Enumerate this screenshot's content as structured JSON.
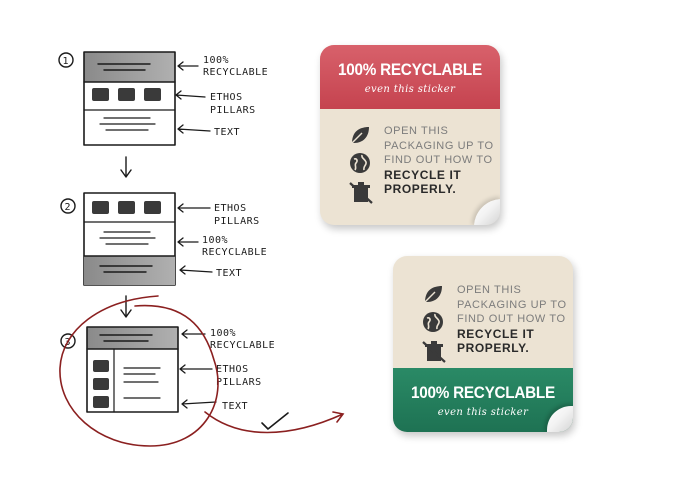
{
  "sketch": {
    "steps": [
      {
        "number": "1",
        "labels": [
          {
            "line1": "100%",
            "line2": "RECYCLABLE"
          },
          {
            "line1": "ETHOS",
            "line2": "PILLARS"
          },
          {
            "line1": "TEXT",
            "line2": ""
          }
        ]
      },
      {
        "number": "2",
        "labels": [
          {
            "line1": "ETHOS",
            "line2": "PILLARS"
          },
          {
            "line1": "100%",
            "line2": "RECYCLABLE"
          },
          {
            "line1": "TEXT",
            "line2": ""
          }
        ]
      },
      {
        "number": "3",
        "labels": [
          {
            "line1": "100%",
            "line2": "RECYCLABLE"
          },
          {
            "line1": "ETHOS",
            "line2": "PILLARS"
          },
          {
            "line1": "TEXT",
            "line2": ""
          }
        ]
      }
    ],
    "ink_color": "#1a1a1a",
    "circle_color": "#8b2020"
  },
  "stickers": [
    {
      "band_color": "#cf5360",
      "headline": "100% RECYCLABLE",
      "subline": "even this sticker",
      "message_lines": [
        "OPEN THIS",
        "PACKAGING UP TO",
        "FIND OUT HOW TO"
      ],
      "message_bold": [
        "RECYCLE IT",
        "PROPERLY."
      ],
      "icons": [
        "leaf-icon",
        "globe-icon",
        "crossed-bin-icon"
      ]
    },
    {
      "band_color": "#237e5c",
      "headline": "100% RECYCLABLE",
      "subline": "even this sticker",
      "message_lines": [
        "OPEN THIS",
        "PACKAGING UP TO",
        "FIND OUT HOW TO"
      ],
      "message_bold": [
        "RECYCLE IT",
        "PROPERLY."
      ],
      "icons": [
        "leaf-icon",
        "globe-icon",
        "crossed-bin-icon"
      ]
    }
  ]
}
